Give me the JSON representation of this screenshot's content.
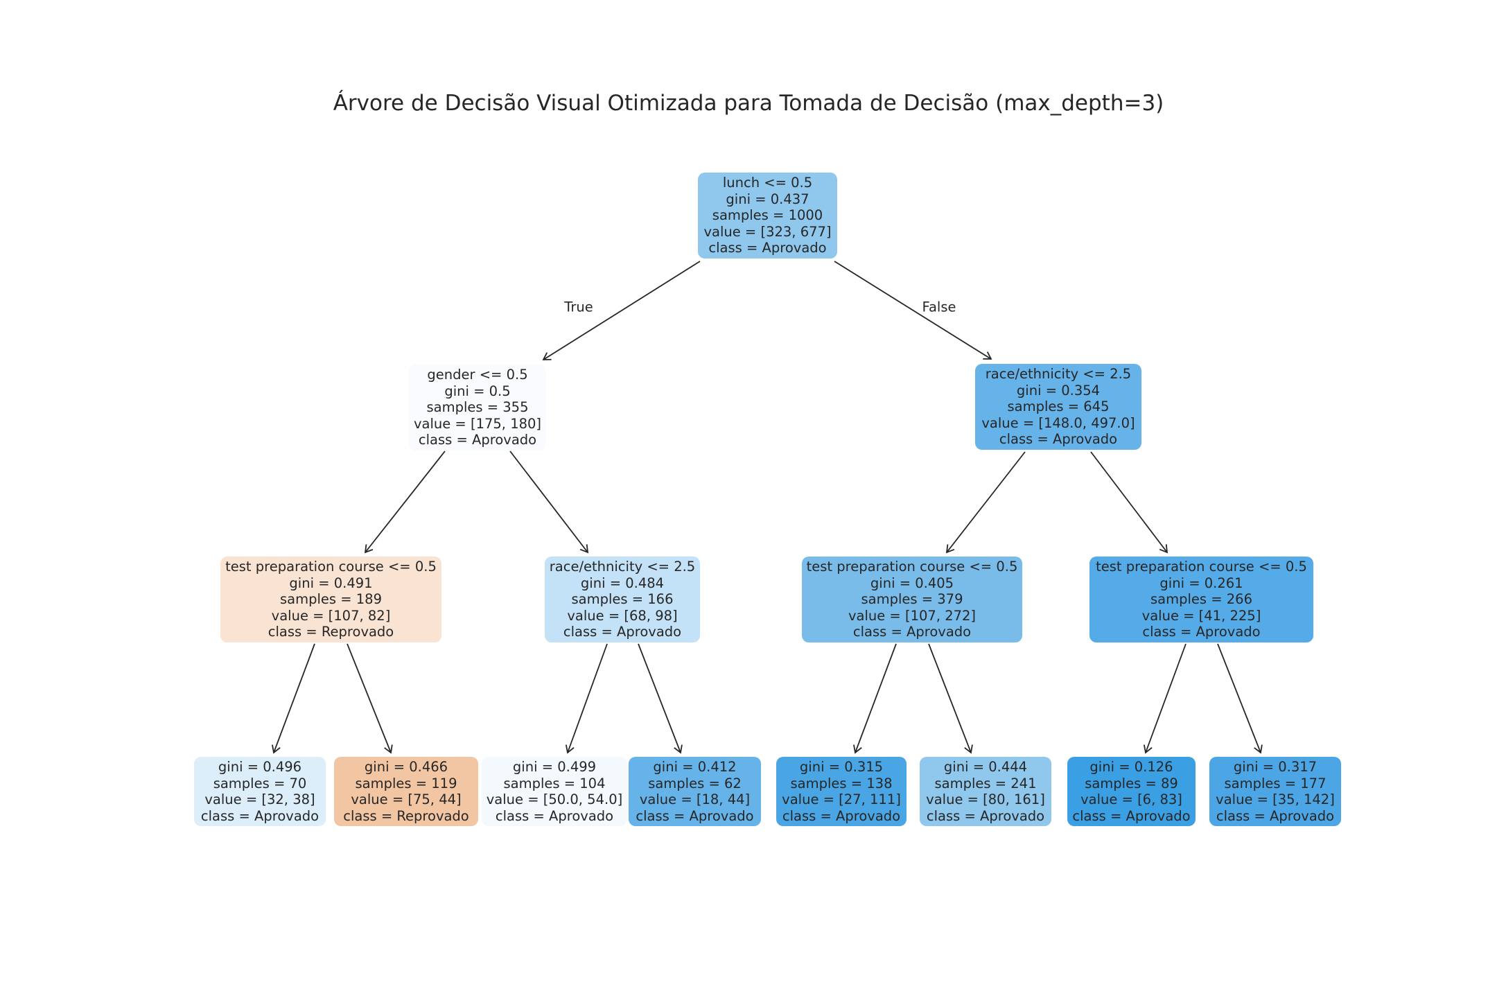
{
  "title": "Árvore de Decisão Visual Otimizada para Tomada de Decisão (max_depth=3)",
  "edge_labels": {
    "true_label": "True",
    "false_label": "False"
  },
  "colors": {
    "arrow": "#262626",
    "text": "#262626",
    "background": "#ffffff",
    "class_aprovado_base": "#399de5",
    "class_reprovado_base": "#e58139"
  },
  "tree": {
    "max_depth": 3,
    "classes": [
      "Reprovado",
      "Aprovado"
    ],
    "nodes": [
      {
        "id": "root",
        "condition": "lunch <= 0.5",
        "gini": "gini = 0.437",
        "samples": "samples = 1000",
        "value": "value = [323, 677]",
        "class": "class = Aprovado",
        "fill": "#8fc7ed"
      },
      {
        "id": "depth1-left",
        "condition": "gender <= 0.5",
        "gini": "gini = 0.5",
        "samples": "samples = 355",
        "value": "value = [175, 180]",
        "class": "class = Aprovado",
        "fill": "#f9fbfe"
      },
      {
        "id": "depth1-right",
        "condition": "race/ethnicity <= 2.5",
        "gini": "gini = 0.354",
        "samples": "samples = 645",
        "value": "value = [148.0, 497.0]",
        "class": "class = Aprovado",
        "fill": "#66b3e9"
      },
      {
        "id": "depth2-a",
        "condition": "test preparation course <= 0.5",
        "gini": "gini = 0.491",
        "samples": "samples = 189",
        "value": "value = [107, 82]",
        "class": "class = Reprovado",
        "fill": "#f9e3d2"
      },
      {
        "id": "depth2-b",
        "condition": "race/ethnicity <= 2.5",
        "gini": "gini = 0.484",
        "samples": "samples = 166",
        "value": "value = [68, 98]",
        "class": "class = Aprovado",
        "fill": "#c3e1f7"
      },
      {
        "id": "depth2-c",
        "condition": "test preparation course <= 0.5",
        "gini": "gini = 0.405",
        "samples": "samples = 379",
        "value": "value = [107, 272]",
        "class": "class = Aprovado",
        "fill": "#79bcea"
      },
      {
        "id": "depth2-d",
        "condition": "test preparation course <= 0.5",
        "gini": "gini = 0.261",
        "samples": "samples = 266",
        "value": "value = [41, 225]",
        "class": "class = Aprovado",
        "fill": "#54abe7"
      },
      {
        "id": "leaf-1",
        "gini": "gini = 0.496",
        "samples": "samples = 70",
        "value": "value = [32, 38]",
        "class": "class = Aprovado",
        "fill": "#dceefa"
      },
      {
        "id": "leaf-2",
        "gini": "gini = 0.466",
        "samples": "samples = 119",
        "value": "value = [75, 44]",
        "class": "class = Reprovado",
        "fill": "#f2c5a3"
      },
      {
        "id": "leaf-3",
        "gini": "gini = 0.499",
        "samples": "samples = 104",
        "value": "value = [50.0, 54.0]",
        "class": "class = Aprovado",
        "fill": "#f3f9fd"
      },
      {
        "id": "leaf-4",
        "gini": "gini = 0.412",
        "samples": "samples = 62",
        "value": "value = [18, 44]",
        "class": "class = Aprovado",
        "fill": "#66b3e9"
      },
      {
        "id": "leaf-5",
        "gini": "gini = 0.315",
        "samples": "samples = 138",
        "value": "value = [27, 111]",
        "class": "class = Aprovado",
        "fill": "#4aa5e5"
      },
      {
        "id": "leaf-6",
        "gini": "gini = 0.444",
        "samples": "samples = 241",
        "value": "value = [80, 161]",
        "class": "class = Aprovado",
        "fill": "#8fc7ed"
      },
      {
        "id": "leaf-7",
        "gini": "gini = 0.126",
        "samples": "samples = 89",
        "value": "value = [6, 83]",
        "class": "class = Aprovado",
        "fill": "#3b9fe4"
      },
      {
        "id": "leaf-8",
        "gini": "gini = 0.317",
        "samples": "samples = 177",
        "value": "value = [35, 142]",
        "class": "class = Aprovado",
        "fill": "#4ca6e5"
      }
    ]
  }
}
